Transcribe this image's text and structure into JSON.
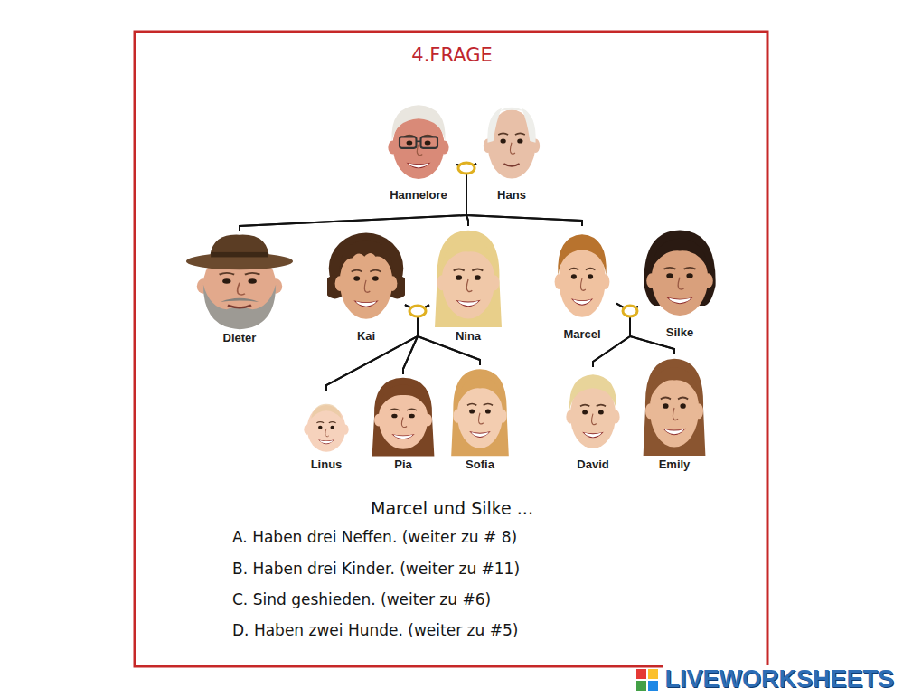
{
  "diagram": {
    "title": "4.FRAGE",
    "nodes": [
      {
        "text": [
          "Hannelore"
        ]
      },
      {
        "text": [
          "Hans"
        ]
      },
      {
        "text": [
          "Dieter"
        ]
      },
      {
        "text": [
          "Kai"
        ]
      },
      {
        "text": [
          "Nina"
        ]
      },
      {
        "text": [
          "Marcel"
        ]
      },
      {
        "text": [
          "Silke"
        ]
      },
      {
        "text": [
          "Linus"
        ]
      },
      {
        "text": [
          "Pia"
        ]
      },
      {
        "text": [
          "Sofia"
        ]
      },
      {
        "text": [
          "David"
        ]
      },
      {
        "text": [
          "Emily"
        ]
      }
    ],
    "edges": [
      {
        "from": 0,
        "to": 2,
        "arrow": "none"
      },
      {
        "from": 0,
        "to": 4,
        "arrow": "none"
      },
      {
        "from": 0,
        "to": 5,
        "arrow": "none"
      },
      {
        "from": 1,
        "to": 2,
        "arrow": "none"
      },
      {
        "from": 1,
        "to": 4,
        "arrow": "none"
      },
      {
        "from": 1,
        "to": 5,
        "arrow": "none"
      },
      {
        "from": 3,
        "to": 7,
        "arrow": "none"
      },
      {
        "from": 3,
        "to": 8,
        "arrow": "none"
      },
      {
        "from": 3,
        "to": 9,
        "arrow": "none"
      },
      {
        "from": 4,
        "to": 7,
        "arrow": "none"
      },
      {
        "from": 4,
        "to": 8,
        "arrow": "none"
      },
      {
        "from": 4,
        "to": 9,
        "arrow": "none"
      },
      {
        "from": 5,
        "to": 10,
        "arrow": "none"
      },
      {
        "from": 5,
        "to": 11,
        "arrow": "none"
      },
      {
        "from": 6,
        "to": 10,
        "arrow": "none"
      },
      {
        "from": 6,
        "to": 11,
        "arrow": "none"
      }
    ],
    "labels": [
      "Marcel und Silke ...",
      "A. Haben drei Neffen. (weiter zu # 8)",
      "B. Haben drei Kinder. (weiter zu #11)",
      "C. Sind geshieden. (weiter zu #6)",
      "D. Haben zwei Hunde. (weiter zu #5)",
      "LIVEWORKSHEETS"
    ]
  }
}
